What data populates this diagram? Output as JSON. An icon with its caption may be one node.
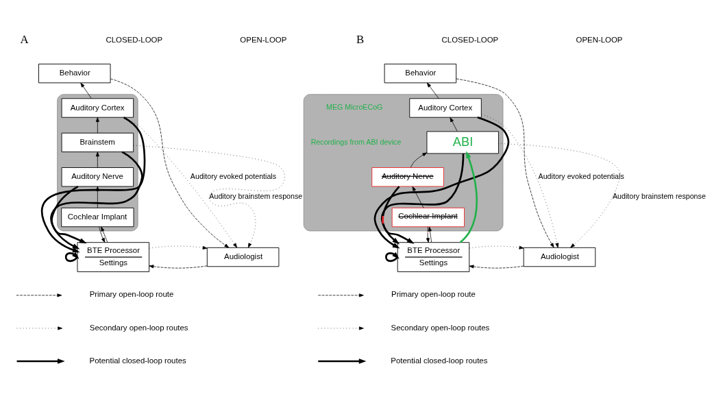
{
  "diagram": {
    "nodes": [
      {
        "text": [
          "Behavior"
        ]
      },
      {
        "text": [],
        "shape": "box"
      },
      {
        "text": [
          "Auditory Cortex"
        ],
        "in": 1
      },
      {
        "text": [
          "Brainstem"
        ],
        "in": 1
      },
      {
        "text": [
          "Auditory Nerve"
        ],
        "in": 1
      },
      {
        "text": [
          "Cochlear Implant"
        ],
        "in": 1
      },
      {
        "text": [
          "BTE Processor",
          "Settings"
        ]
      },
      {
        "text": [
          "Audiologist"
        ]
      },
      {
        "text": [
          "Behavior"
        ]
      },
      {
        "text": [],
        "shape": "box"
      },
      {
        "text": [
          "Auditory Cortex"
        ],
        "in": 9,
        "beside": [
          "MEG MicroECoG"
        ]
      },
      {
        "text": [
          "ABI"
        ],
        "in": 9,
        "beside": [
          "Recordings from ABI device"
        ]
      },
      {
        "text": [
          "Auditory Nerve"
        ],
        "in": 9
      },
      {
        "text": [
          "Cochlear Implant"
        ],
        "in": 9
      },
      {
        "text": [
          "BTE Processor",
          "Settings"
        ]
      },
      {
        "text": [
          "Audiologist"
        ]
      }
    ],
    "edges": [
      {
        "from": 2,
        "to": 0,
        "arrow": "to"
      },
      {
        "from": 3,
        "to": 2,
        "arrow": "to"
      },
      {
        "from": 4,
        "to": 3,
        "arrow": "to"
      },
      {
        "from": 5,
        "to": 4,
        "arrow": "to"
      },
      {
        "from": 6,
        "to": 5,
        "arrow": "to"
      },
      {
        "from": 5,
        "to": 6,
        "arrow": "to"
      },
      {
        "from": 2,
        "to": 6,
        "arrow": "to",
        "style": "thick"
      },
      {
        "from": 3,
        "to": 6,
        "arrow": "to",
        "style": "thick"
      },
      {
        "from": 4,
        "to": 6,
        "arrow": "to",
        "style": "thick"
      },
      {
        "from": 6,
        "to": 6,
        "arrow": "to",
        "style": "thick"
      },
      {
        "from": 0,
        "to": 7,
        "arrow": "to",
        "style": "dashed"
      },
      {
        "from": 2,
        "to": 7,
        "arrow": "to",
        "style": "dashed",
        "label": "Auditory evoked potentials"
      },
      {
        "from": 3,
        "to": 7,
        "arrow": "to",
        "style": "dashed",
        "label": "Auditory brainstem response"
      },
      {
        "from": 6,
        "to": 7,
        "arrow": "to",
        "style": "dashed"
      },
      {
        "from": 7,
        "to": 6,
        "arrow": "to",
        "style": "dashed"
      },
      {
        "from": 10,
        "to": 8,
        "arrow": "to"
      },
      {
        "from": 11,
        "to": 10,
        "arrow": "to"
      },
      {
        "from": 12,
        "to": 11,
        "arrow": "to"
      },
      {
        "from": 13,
        "to": 12,
        "arrow": "to"
      },
      {
        "from": 14,
        "to": 13,
        "arrow": "to"
      },
      {
        "from": 13,
        "to": 14,
        "arrow": "to"
      },
      {
        "from": 14,
        "to": 11,
        "arrow": "to",
        "style": "thick",
        "color": "#22b14c"
      },
      {
        "from": 10,
        "to": 14,
        "arrow": "to",
        "style": "thick"
      },
      {
        "from": 11,
        "to": 14,
        "arrow": "to",
        "style": "thick"
      },
      {
        "from": 12,
        "to": 14,
        "arrow": "to",
        "style": "thick"
      },
      {
        "from": 14,
        "to": 14,
        "arrow": "to",
        "style": "thick"
      },
      {
        "from": 8,
        "to": 15,
        "arrow": "to",
        "style": "dashed"
      },
      {
        "from": 10,
        "to": 15,
        "arrow": "to",
        "style": "dashed",
        "label": "Auditory evoked potentials"
      },
      {
        "from": 11,
        "to": 15,
        "arrow": "to",
        "style": "dashed",
        "label": "Auditory brainstem response"
      },
      {
        "from": 14,
        "to": 15,
        "arrow": "to",
        "style": "dashed"
      },
      {
        "from": 15,
        "to": 14,
        "arrow": "to",
        "style": "dashed"
      }
    ],
    "labels": [
      "A",
      "CLOSED-LOOP",
      "OPEN-LOOP",
      "B",
      "CLOSED-LOOP",
      "OPEN-LOOP"
    ],
    "legend": [
      {
        "text": "Primary open-loop route"
      },
      {
        "text": "Secondary open-loop routes"
      },
      {
        "text": "Potential closed-loop routes"
      },
      {
        "text": "Primary open-loop route"
      },
      {
        "text": "Secondary open-loop routes"
      },
      {
        "text": "Potential closed-loop routes"
      }
    ]
  }
}
